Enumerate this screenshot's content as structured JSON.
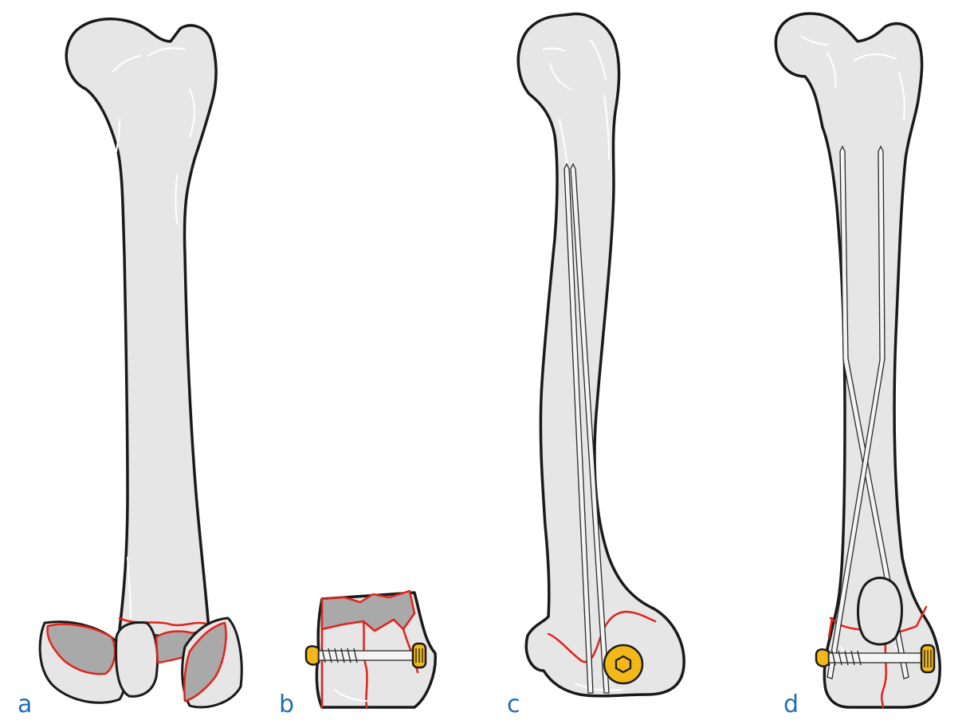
{
  "panels": [
    {
      "id": "a",
      "label": "a"
    },
    {
      "id": "b",
      "label": "b"
    },
    {
      "id": "c",
      "label": "c"
    },
    {
      "id": "d",
      "label": "d"
    }
  ],
  "colors": {
    "bone_fill": "#e6e6e6",
    "bone_outline": "#1a1a1a",
    "fracture_line": "#e2231a",
    "fracture_surface": "#a9a9a9",
    "implant_gold": "#f2b818",
    "label_blue": "#1f6fb2"
  },
  "icons": {
    "a": "fractured-femur-icon",
    "b": "condyle-screw-fixation-icon",
    "c": "single-pin-lag-screw-icon",
    "d": "crossed-pins-lag-screw-icon"
  }
}
